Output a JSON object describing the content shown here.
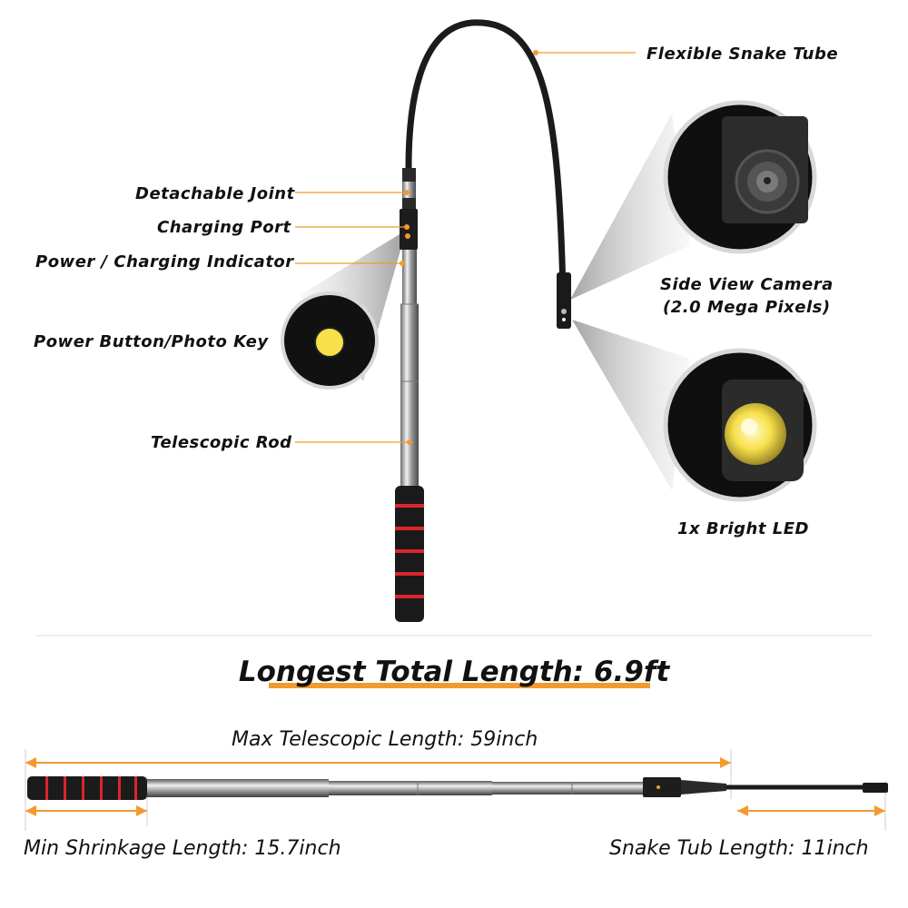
{
  "callouts": {
    "flexible_snake_tube": "Flexible Snake Tube",
    "detachable_joint": "Detachable Joint",
    "charging_port": "Charging Port",
    "power_charging_indicator": "Power / Charging Indicator",
    "power_button": "Power Button/Photo Key",
    "telescopic_rod": "Telescopic Rod",
    "side_view_camera_line1": "Side View Camera",
    "side_view_camera_line2": "(2.0 Mega Pixels)",
    "bright_led": "1x Bright LED"
  },
  "headline": "Longest Total Length: 6.9ft",
  "measurements": {
    "max_telescopic": "Max Telescopic Length: 59inch",
    "min_shrinkage": "Min Shrinkage Length: 15.7inch",
    "snake_tube_length": "Snake Tub Length: 11inch"
  },
  "colors": {
    "accent": "#f39a2e",
    "grip_red": "#d9262b",
    "led_yellow": "#f7e04a"
  }
}
